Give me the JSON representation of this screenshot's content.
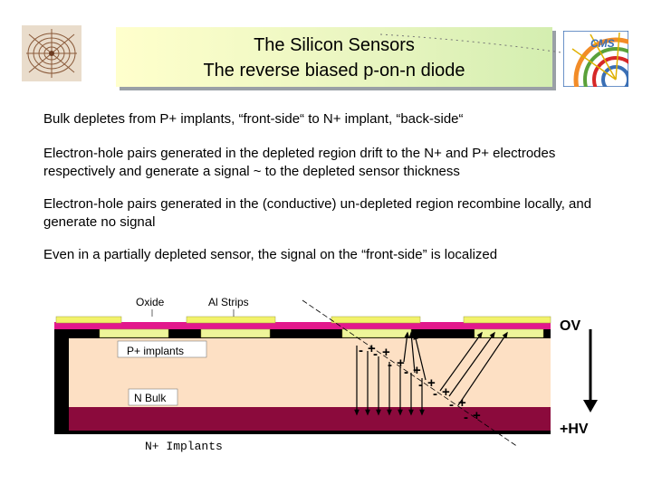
{
  "header": {
    "title_line1": "The Silicon Sensors",
    "title_line2": "The reverse biased p-on-n diode"
  },
  "bullets": [
    "Bulk depletes from P+ implants, “front-side“ to N+ implant, “back-side“",
    "Electron-hole pairs generated in the depleted region drift to the N+ and P+ electrodes respectively and generate a signal ~ to the depleted sensor thickness",
    "Electron-hole pairs generated in the (conductive) un-depleted region recombine locally, and generate no signal",
    "Even in a partially depleted sensor, the signal on the “front-side” is localized"
  ],
  "diagram": {
    "label_oxide": "Oxide",
    "label_al_strips": "Al Strips",
    "label_p_implants": "P+ implants",
    "label_n_bulk": "N Bulk",
    "label_n_implants": "N+ Implants",
    "label_0v": "OV",
    "label_hv": "+HV",
    "charge_plus": "+",
    "charge_minus": "-",
    "colors": {
      "bulk": "#fde0c4",
      "n_implant": "#8b0a3c",
      "oxide_pink": "#e2188c",
      "al_strip": "#f2f26a",
      "p_implant": "#eef59a",
      "field_arrow": "#000000"
    },
    "icons": [
      "left-logo-icon",
      "cms-logo-icon",
      "bias-arrow-icon"
    ]
  }
}
